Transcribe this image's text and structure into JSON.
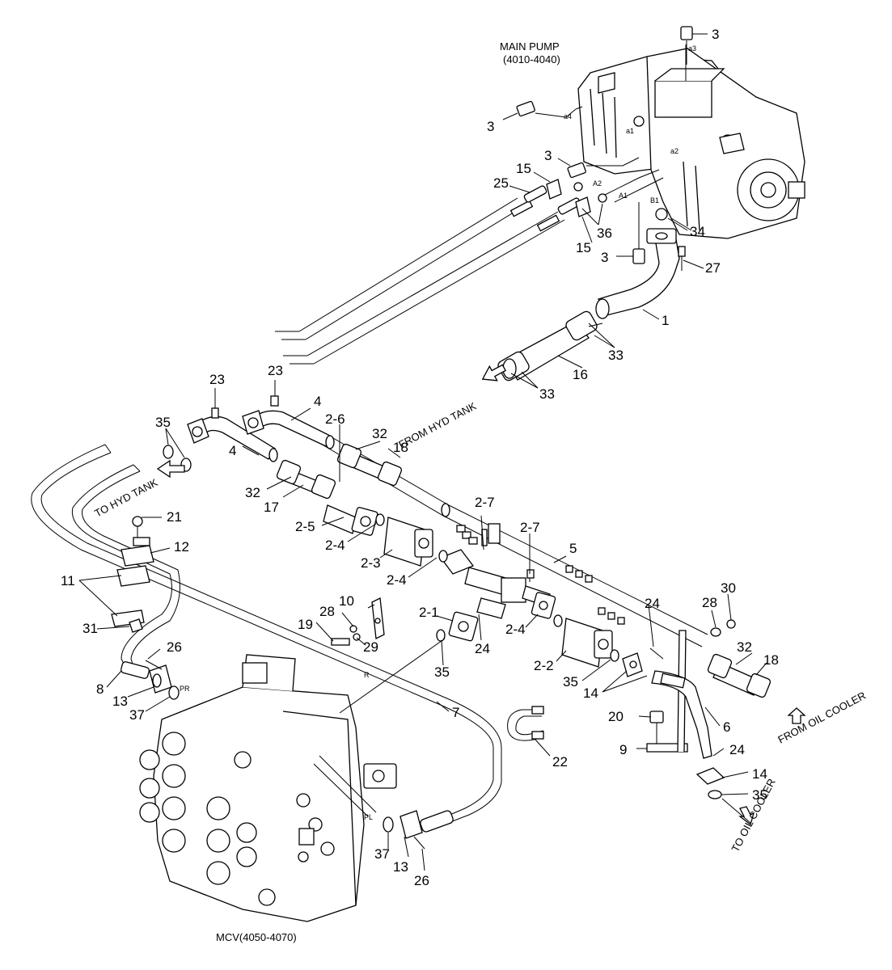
{
  "captions": {
    "main_pump_line1": "MAIN PUMP",
    "main_pump_line2": "(4010-4040)",
    "mcv": "MCV(4050-4070)",
    "from_hyd_tank": "FROM HYD TANK",
    "to_hyd_tank": "TO HYD TANK",
    "from_oil_cooler": "FROM OIL COOLER",
    "to_oil_cooler": "TO OIL COOLER"
  },
  "port_marks": {
    "a3": "a3",
    "a4": "a4",
    "a1": "a1",
    "a2": "a2",
    "A2": "A2",
    "A1": "A1",
    "B1": "B1",
    "PR": "PR",
    "PL": "PL",
    "R": "R"
  },
  "callouts": [
    "3",
    "3",
    "3",
    "3",
    "15",
    "25",
    "15",
    "36",
    "34",
    "27",
    "1",
    "33",
    "16",
    "33",
    "23",
    "23",
    "35",
    "4",
    "4",
    "2-6",
    "32",
    "18",
    "32",
    "17",
    "2-5",
    "2-4",
    "2-3",
    "2-7",
    "2-7",
    "5",
    "2-4",
    "21",
    "12",
    "11",
    "10",
    "28",
    "19",
    "29",
    "2-1",
    "24",
    "2-4",
    "24",
    "28",
    "30",
    "31",
    "26",
    "8",
    "13",
    "37",
    "35",
    "2-2",
    "35",
    "14",
    "32",
    "18",
    "7",
    "20",
    "6",
    "9",
    "24",
    "22",
    "14",
    "35",
    "37",
    "13",
    "26"
  ]
}
